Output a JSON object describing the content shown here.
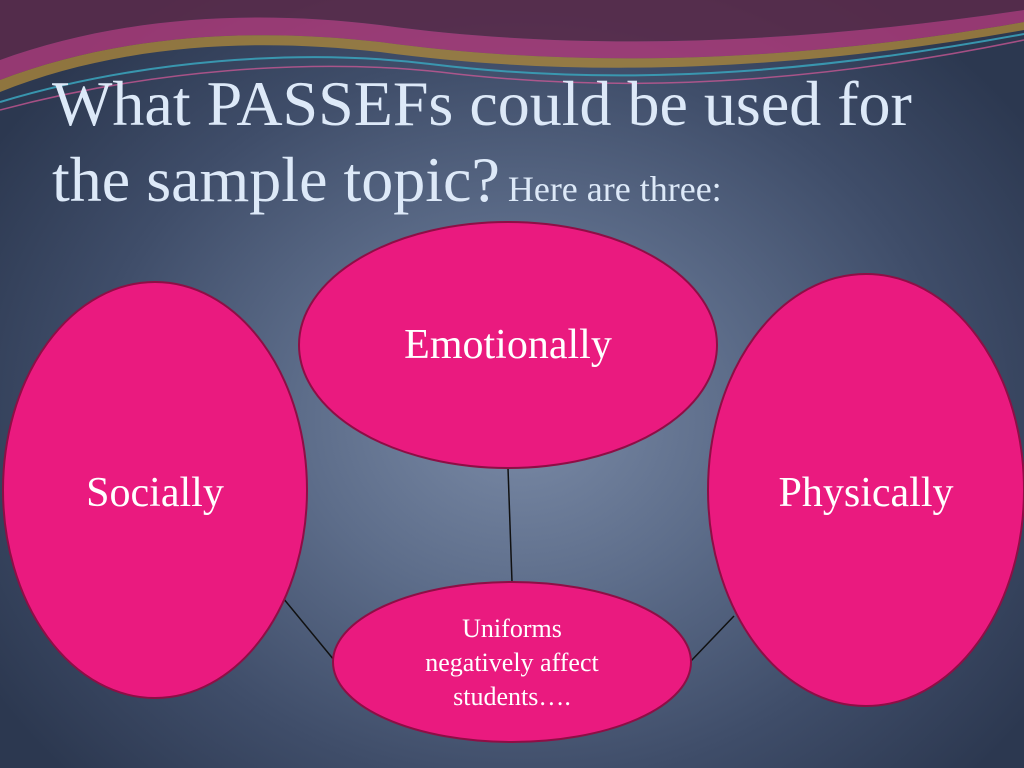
{
  "title": {
    "main": "What PASSEFs could be used for the sample topic?",
    "sub": "Here are three:"
  },
  "nodes": {
    "emotionally": "Emotionally",
    "socially": "Socially",
    "physically": "Physically",
    "center_line1": "Uniforms",
    "center_line2": "negatively affect",
    "center_line3": "students…."
  },
  "colors": {
    "node_fill": "#ea1a7f",
    "node_stroke": "#8e0e45",
    "title_text": "#dde9f8",
    "background_center": "#7a8aa6",
    "background_edge": "#2c3850",
    "swoosh_magenta": "#b03a7a",
    "swoosh_gold": "#b08a3a",
    "swoosh_teal": "#3aa0b8"
  }
}
